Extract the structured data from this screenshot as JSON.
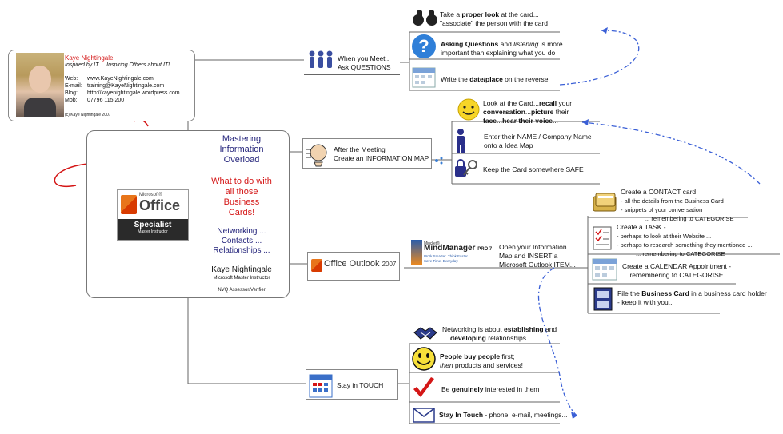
{
  "business_card": {
    "name": "Kaye Nightingale",
    "tagline": "Inspired by IT ... Inspiring Others about IT!",
    "web_label": "Web:",
    "web": "www.KayeNightingale.com",
    "email_label": "E-mail:",
    "email": "training@KayeNightingale.com",
    "blog_label": "Blog:",
    "blog": "http://kayenightingale.wordpress.com",
    "mob_label": "Mob:",
    "mob": "07796 115 200",
    "copyright": "(c) Kaye Nightingale 2007"
  },
  "central": {
    "title_line1": "Mastering",
    "title_line2": "Information",
    "title_line3": "Overload",
    "question_line1": "What to do with",
    "question_line2": "all those",
    "question_line3": "Business",
    "question_line4": "Cards!",
    "net_line1": "Networking ...",
    "net_line2": "Contacts ...",
    "net_line3": "Relationships ...",
    "author": "Kaye Nightingale",
    "author_role": "Microsoft Master Instructor",
    "nvq": "NVQ Assessor/Verifier",
    "badge_brand": "Microsoft®",
    "badge_product": "Office",
    "badge_level": "Specialist",
    "badge_sub": "Master Instructor"
  },
  "branches": {
    "meet": {
      "line1": "When you Meet...",
      "line2": "Ask QUESTIONS",
      "look_line1_a": "Take a ",
      "look_line1_b": "proper look",
      "look_line1_c": " at the card...",
      "look_line2": "\"associate\" the person with the card",
      "ask_line1_a": "Asking Questions",
      "ask_line1_b": " and ",
      "ask_line1_c": "listening",
      "ask_line1_d": "  is more",
      "ask_line2": "important than explaining what you do",
      "write_a": "Write the ",
      "write_b": "date/place",
      "write_c": " on the reverse"
    },
    "after": {
      "line1": "After the Meeting",
      "line2": "Create an INFORMATION MAP",
      "recall_line1_a": "Look at the Card...",
      "recall_line1_b": "recall",
      "recall_line1_c": " your",
      "recall_line2_a": "conversation",
      "recall_line2_b": "...",
      "recall_line2_c": "picture",
      "recall_line2_d": " their",
      "recall_line3_a": "face",
      "recall_line3_b": "...",
      "recall_line3_c": "hear their voice",
      "recall_line3_d": "...",
      "enter_line1": "Enter their NAME / Company Name",
      "enter_line2": "onto a Idea Map",
      "keep": "Keep the Card somewhere SAFE"
    },
    "outlook": {
      "logo_brand": "Office Outlook",
      "logo_year": "2007",
      "mm_brand": "Mindjet®",
      "mm_name": "MindManager",
      "mm_ver": "PRO 7",
      "mm_tag1": "Work Smarter. Think Faster.",
      "mm_tag2": "Save Time. Everyday.",
      "open_line1": "Open your Information",
      "open_line2": "Map and INSERT a",
      "open_line3": "Microsoft Outlook ITEM...",
      "contact_title": "Create a CONTACT card",
      "contact_l1": "- all the details from the Business Card",
      "contact_l2": "- snippets of your conversation",
      "contact_l3": "... remembering to CATEGORISE",
      "task_title": "Create a TASK -",
      "task_l1": "- perhaps to look at their Website ...",
      "task_l2": "- perhaps to research something they mentioned ...",
      "task_l3": "... remembering to CATEGORISE",
      "cal_l1": "Create a CALENDAR Appointment -",
      "cal_l2": "... remembering to CATEGORISE",
      "file_l1_a": "File the ",
      "file_l1_b": "Business Card",
      "file_l1_c": " in a business card holder",
      "file_l2": "- keep it with you.."
    },
    "touch": {
      "label": "Stay in TOUCH",
      "net_l1_a": "Networking is about ",
      "net_l1_b": "establishing",
      "net_l1_c": " and",
      "net_l2_a": "developing",
      "net_l2_b": " relationships",
      "buy_l1_a": "People buy people",
      "buy_l1_b": " first;",
      "buy_l2_a": "then",
      "buy_l2_b": " products and services!",
      "genuine_a": "Be ",
      "genuine_b": "genuinely",
      "genuine_c": " interested in them",
      "stay_a": "Stay In Touch",
      "stay_b": " - phone, e-mail, meetings..."
    }
  },
  "colors": {
    "title_blue": "#22227a",
    "accent_red": "#d41616",
    "arrow_blue": "#3a5fd6",
    "line_gray": "#666666"
  }
}
